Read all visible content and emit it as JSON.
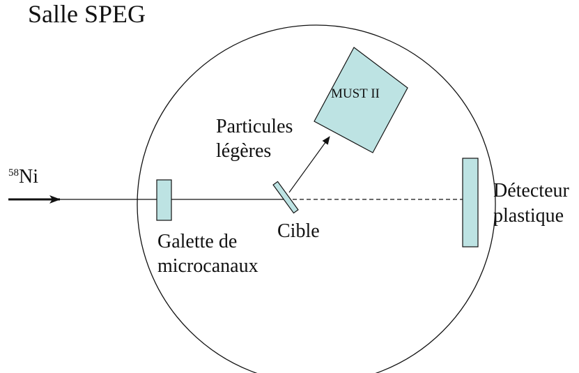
{
  "title": "Salle SPEG",
  "beam": {
    "mass_number": "58",
    "element": "Ni"
  },
  "labels": {
    "galette_line1": "Galette de",
    "galette_line2": "microcanaux",
    "cible": "Cible",
    "particules_line1": "Particules",
    "particules_line2": "légères",
    "must": "MUST II",
    "detecteur_line1": "Détecteur",
    "detecteur_line2": "plastique"
  },
  "colors": {
    "detector_fill": "#bde3e3",
    "stroke": "#111111"
  }
}
